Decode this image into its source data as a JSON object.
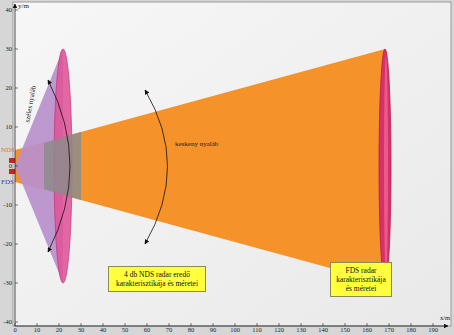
{
  "diagram": {
    "nodes": [
      {
        "text": [
          "4 db NDS radar eredő karakterisztikája és méretei"
        ]
      },
      {
        "text": [
          "FDS radar karakterisztikája és méretei"
        ]
      }
    ],
    "labels": [
      "y/m",
      "40",
      "30",
      "20",
      "10",
      "0",
      "-10",
      "-20",
      "-30",
      "-40",
      "0",
      "10",
      "20",
      "30",
      "40",
      "50",
      "60",
      "70",
      "80",
      "90",
      "100",
      "110",
      "120",
      "130",
      "140",
      "150",
      "160",
      "170",
      "180",
      "190",
      "x/m",
      "NDS",
      "FDS",
      "széles nyaláb",
      "keskeny nyaláb"
    ]
  }
}
